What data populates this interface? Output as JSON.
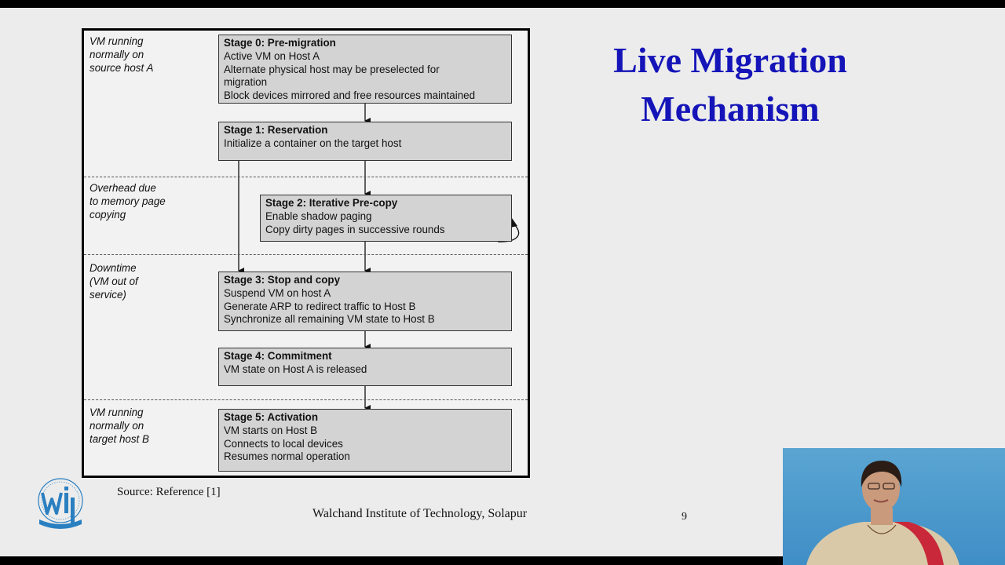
{
  "slide": {
    "title_line1": "Live Migration",
    "title_line2": "Mechanism",
    "source": "Source: Reference [1]",
    "footer": "Walchand Institute of Technology, Solapur",
    "page_number": "9"
  },
  "diagram": {
    "phases": [
      "VM running\nnormally on\nsource host A",
      "Overhead due\nto memory page\ncopying",
      "Downtime\n(VM out of\nservice)",
      "VM running\nnormally on\ntarget host B"
    ],
    "stages": [
      {
        "title": "Stage 0: Pre-migration",
        "lines": [
          "Active VM on Host A",
          "Alternate physical host may be preselected for",
          "migration",
          "Block devices mirrored and free resources maintained"
        ]
      },
      {
        "title": "Stage 1: Reservation",
        "lines": [
          "Initialize a container on the target host"
        ]
      },
      {
        "title": "Stage 2: Iterative Pre-copy",
        "lines": [
          "Enable shadow paging",
          "Copy dirty pages in successive rounds"
        ]
      },
      {
        "title": "Stage 3: Stop and copy",
        "lines": [
          "Suspend VM on host A",
          "Generate ARP to redirect traffic to Host B",
          "Synchronize all remaining VM state to Host B"
        ]
      },
      {
        "title": "Stage 4: Commitment",
        "lines": [
          "VM state on Host A is released"
        ]
      },
      {
        "title": "Stage 5: Activation",
        "lines": [
          "VM starts on Host B",
          "Connects to local devices",
          "Resumes normal operation"
        ]
      }
    ]
  }
}
